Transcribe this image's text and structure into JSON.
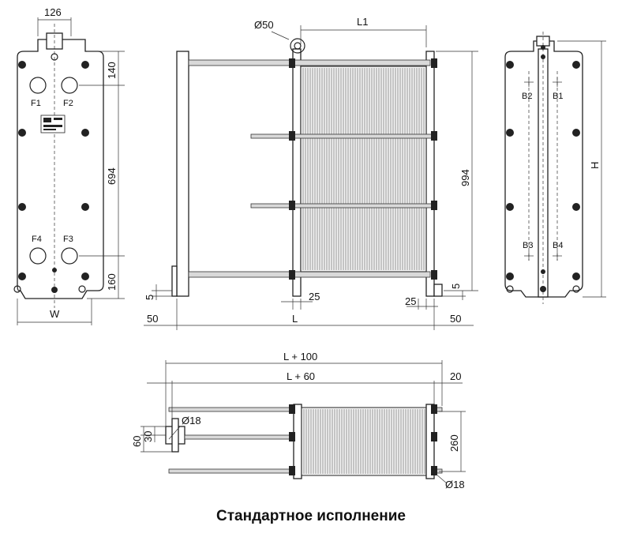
{
  "caption": "Стандартное исполнение",
  "labels": {
    "w126": "126",
    "d50": "Ø50",
    "L1": "L1",
    "d140": "140",
    "d694": "694",
    "d160": "160",
    "W": "W",
    "F1": "F1",
    "F2": "F2",
    "F3": "F3",
    "F4": "F4",
    "d994": "994",
    "d5a": "5",
    "d5b": "5",
    "d25a": "25",
    "d25b": "25",
    "d50a": "50",
    "d50b": "50",
    "L": "L",
    "B1": "B1",
    "B2": "B2",
    "B3": "B3",
    "B4": "B4",
    "H": "H",
    "L100": "L + 100",
    "L60": "L + 60",
    "d20": "20",
    "d18a": "Ø18",
    "d18b": "Ø18",
    "d60": "60",
    "d30": "30",
    "d260": "260"
  }
}
